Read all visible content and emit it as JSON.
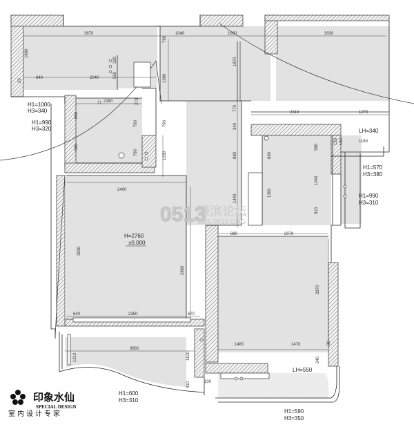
{
  "watermark": {
    "big": "0513",
    "forum": "濠滨论坛",
    "url": "BBS.0513.ORG"
  },
  "logo": {
    "title_zh": "印象水仙",
    "title_en": "SPECIAL DESIGN",
    "subtitle": "室内设计专家"
  },
  "notes": {
    "n1a": "H1=1000",
    "n1b": "H3=340",
    "n2a": "H1=990",
    "n2b": "H3=320",
    "n3a": "H1=570",
    "n3b": "H3=380",
    "n4a": "H1=990",
    "n4b": "H3=310",
    "n5a": "H1=600",
    "n5b": "H3=310",
    "n6a": "H1=590",
    "n6b": "H3=350",
    "main_h": "H=2760",
    "main_level": "±0.000",
    "lh340": "LH=340",
    "lh550": "LH=550"
  },
  "dims": {
    "d3670": "3670",
    "d1040": "1040",
    "d1660": "1660",
    "d3030": "3030",
    "d1680": "1680",
    "d790a": "790",
    "d790b": "790",
    "d790c": "790",
    "d790d": "790",
    "d320": "320",
    "d550": "550",
    "d840": "840",
    "d2040": "2040",
    "d1380": "1380",
    "d1870": "1870",
    "d770": "770",
    "d340": "340",
    "d2310": "2310",
    "d1270": "1270",
    "d2180": "2180",
    "d850": "850",
    "d960": "960",
    "d1030": "1030",
    "d270": "270",
    "d1180": "1180",
    "d880a": "880",
    "d880b": "880",
    "d580": "580",
    "d1240": "1240",
    "d510": "510",
    "d1300": "1300",
    "d120": "120",
    "d2400": "2400",
    "d3930": "3930",
    "d2860": "2860",
    "d1440": "1440",
    "d880c": "880",
    "d2070": "2070",
    "d3370": "3370",
    "d640": "640",
    "d2350": "2350",
    "d670": "670",
    "d3660": "3660",
    "d1100": "1100",
    "d1210": "1210",
    "d1480": "1480",
    "d1470": "1470",
    "d240": "240",
    "d410": "410",
    "d100": "100",
    "d80": "80",
    "d20": "20",
    "d180": "180"
  }
}
